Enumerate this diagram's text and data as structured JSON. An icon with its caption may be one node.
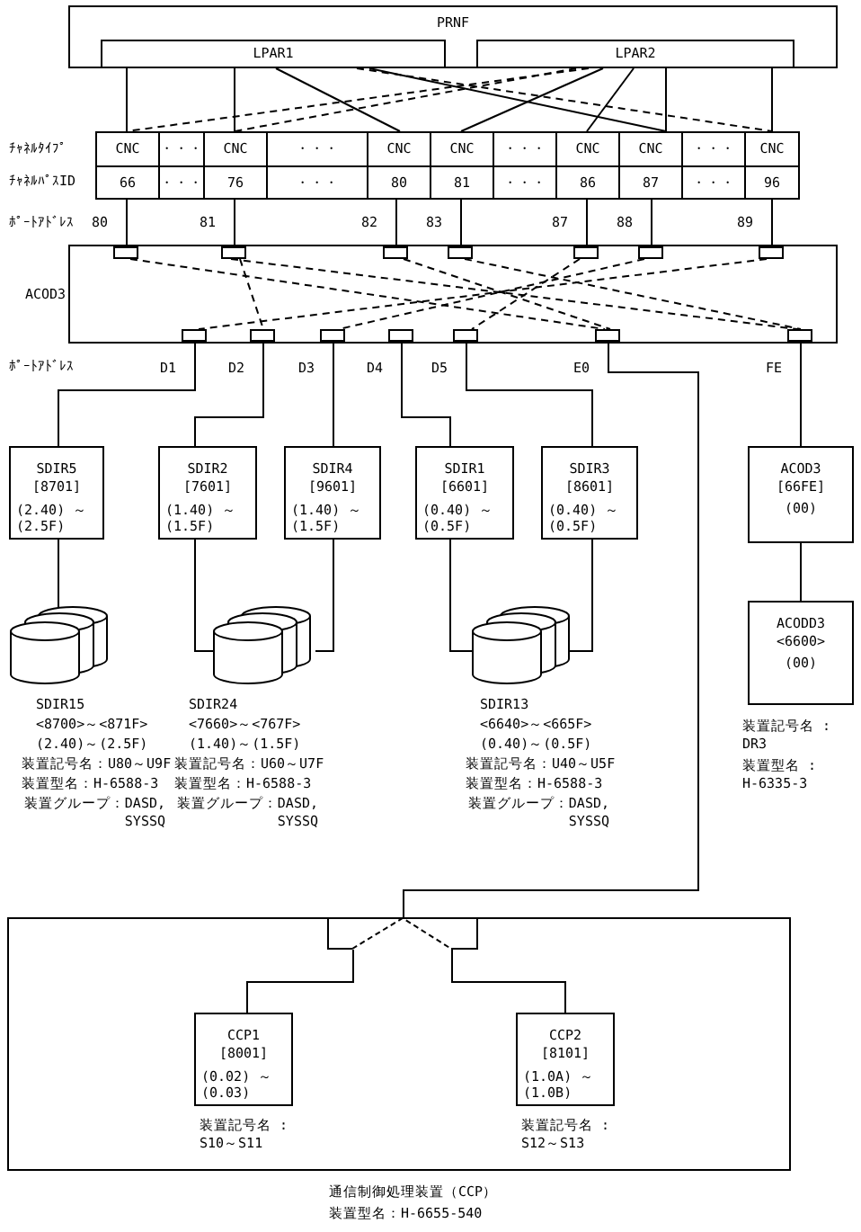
{
  "diagram": {
    "nodes": [
      {
        "text": [
          "PRNF"
        ]
      },
      {
        "text": [
          "LPAR1"
        ],
        "in": 0
      },
      {
        "text": [
          "LPAR2"
        ],
        "in": 0
      },
      {
        "text": [
          "CNC",
          "66"
        ]
      },
      {
        "text": [
          "・・・",
          "・・・"
        ]
      },
      {
        "text": [
          "CNC",
          "76"
        ]
      },
      {
        "text": [
          "・・・",
          "・・・"
        ]
      },
      {
        "text": [
          "CNC",
          "80"
        ]
      },
      {
        "text": [
          "CNC",
          "81"
        ]
      },
      {
        "text": [
          "・・・",
          "・・・"
        ]
      },
      {
        "text": [
          "CNC",
          "86"
        ]
      },
      {
        "text": [
          "CNC",
          "87"
        ]
      },
      {
        "text": [
          "・・・",
          "・・・"
        ]
      },
      {
        "text": [
          "CNC",
          "96"
        ]
      },
      {
        "text": [
          "ACOD3"
        ]
      },
      {
        "text": [],
        "shape": "box",
        "in": 14,
        "beside": [
          "80"
        ]
      },
      {
        "text": [],
        "shape": "box",
        "in": 14,
        "beside": [
          "81"
        ]
      },
      {
        "text": [],
        "shape": "box",
        "in": 14,
        "beside": [
          "82"
        ]
      },
      {
        "text": [],
        "shape": "box",
        "in": 14,
        "beside": [
          "83"
        ]
      },
      {
        "text": [],
        "shape": "box",
        "in": 14,
        "beside": [
          "87"
        ]
      },
      {
        "text": [],
        "shape": "box",
        "in": 14,
        "beside": [
          "88"
        ]
      },
      {
        "text": [],
        "shape": "box",
        "in": 14,
        "beside": [
          "89"
        ]
      },
      {
        "text": [],
        "shape": "box",
        "in": 14,
        "beside": [
          "D1"
        ]
      },
      {
        "text": [],
        "shape": "box",
        "in": 14,
        "beside": [
          "D2"
        ]
      },
      {
        "text": [],
        "shape": "box",
        "in": 14,
        "beside": [
          "D3"
        ]
      },
      {
        "text": [],
        "shape": "box",
        "in": 14,
        "beside": [
          "D4"
        ]
      },
      {
        "text": [],
        "shape": "box",
        "in": 14,
        "beside": [
          "D5"
        ]
      },
      {
        "text": [],
        "shape": "box",
        "in": 14,
        "beside": [
          "E0"
        ]
      },
      {
        "text": [],
        "shape": "box",
        "in": 14,
        "beside": [
          "FE"
        ]
      },
      {
        "text": [
          "SDIR5 [8701]",
          "(2.40) ～(2.5F)"
        ]
      },
      {
        "text": [
          "SDIR2 [7601]",
          "(1.40) ～(1.5F)"
        ]
      },
      {
        "text": [
          "SDIR4 [9601]",
          "(1.40) ～(1.5F)"
        ]
      },
      {
        "text": [
          "SDIR1 [6601]",
          "(0.40) ～(0.5F)"
        ]
      },
      {
        "text": [
          "SDIR3 [8601]",
          "(0.40) ～(0.5F)"
        ]
      },
      {
        "text": [
          "ACOD3 [66FE]",
          "(00)"
        ]
      },
      {
        "text": [],
        "shape": "cylinder",
        "beside": [
          "SDIR15",
          "<8700>～<871F>",
          "(2.40)～(2.5F)",
          "装置記号名：U80～U9F",
          "装置型名：H-6588-3",
          "装置グループ：DASD, SYSSQ"
        ]
      },
      {
        "text": [],
        "shape": "cylinder",
        "beside": [
          "SDIR24",
          "<7660>～<767F>",
          "(1.40)～(1.5F)",
          "装置記号名：U60～U7F",
          "装置型名：H-6588-3",
          "装置グループ：DASD, SYSSQ"
        ]
      },
      {
        "text": [],
        "shape": "cylinder",
        "beside": [
          "SDIR13",
          "<6640>～<665F>",
          "(0.40)～(0.5F)",
          "装置記号名：U40～U5F",
          "装置型名：H-6588-3",
          "装置グループ：DASD, SYSSQ"
        ]
      },
      {
        "text": [
          "ACODD3 <6600>",
          "(00)"
        ],
        "beside": [
          "装置記号名 : DR3",
          "装置型名 : H-6335-3"
        ]
      },
      {
        "text": [],
        "shape": "box",
        "beside": [
          "通信制御処理装置（CCP）",
          "装置型名：H-6655-540"
        ]
      },
      {
        "text": [],
        "shape": "box",
        "in": 39
      },
      {
        "text": [
          "CCP1 [8001]",
          "(0.02) ～(0.03)"
        ],
        "in": 39,
        "beside": [
          "装置記号名 : S10～S11"
        ]
      },
      {
        "text": [
          "CCP2 [8101]",
          "(1.0A) ～(1.0B)"
        ],
        "in": 39,
        "beside": [
          "装置記号名 : S12～S13"
        ]
      }
    ],
    "edges": [
      {
        "from": 1,
        "to": 3,
        "arrow": "none"
      },
      {
        "from": 1,
        "to": 5,
        "arrow": "none"
      },
      {
        "from": 1,
        "to": 7,
        "arrow": "none"
      },
      {
        "from": 1,
        "to": 11,
        "arrow": "none"
      },
      {
        "from": 1,
        "to": 13,
        "arrow": "none",
        "style": "dashed"
      },
      {
        "from": 2,
        "to": 3,
        "arrow": "none",
        "style": "dashed"
      },
      {
        "from": 2,
        "to": 5,
        "arrow": "none",
        "style": "dashed"
      },
      {
        "from": 2,
        "to": 8,
        "arrow": "none"
      },
      {
        "from": 2,
        "to": 10,
        "arrow": "none"
      },
      {
        "from": 2,
        "to": 11,
        "arrow": "none"
      },
      {
        "from": 2,
        "to": 13,
        "arrow": "none"
      },
      {
        "from": 3,
        "to": 15,
        "arrow": "none"
      },
      {
        "from": 5,
        "to": 16,
        "arrow": "none"
      },
      {
        "from": 7,
        "to": 17,
        "arrow": "none"
      },
      {
        "from": 8,
        "to": 18,
        "arrow": "none"
      },
      {
        "from": 10,
        "to": 19,
        "arrow": "none"
      },
      {
        "from": 11,
        "to": 20,
        "arrow": "none"
      },
      {
        "from": 13,
        "to": 21,
        "arrow": "none"
      },
      {
        "from": 15,
        "to": 27,
        "arrow": "none",
        "style": "dashed"
      },
      {
        "from": 16,
        "to": 23,
        "arrow": "none",
        "style": "dashed"
      },
      {
        "from": 16,
        "to": 28,
        "arrow": "none",
        "style": "dashed"
      },
      {
        "from": 17,
        "to": 27,
        "arrow": "none",
        "style": "dashed"
      },
      {
        "from": 18,
        "to": 28,
        "arrow": "none",
        "style": "dashed"
      },
      {
        "from": 19,
        "to": 26,
        "arrow": "none",
        "style": "dashed"
      },
      {
        "from": 20,
        "to": 24,
        "arrow": "none",
        "style": "dashed"
      },
      {
        "from": 21,
        "to": 22,
        "arrow": "none",
        "style": "dashed"
      },
      {
        "from": 22,
        "to": 29,
        "arrow": "none"
      },
      {
        "from": 23,
        "to": 30,
        "arrow": "none"
      },
      {
        "from": 24,
        "to": 31,
        "arrow": "none"
      },
      {
        "from": 25,
        "to": 32,
        "arrow": "none"
      },
      {
        "from": 26,
        "to": 33,
        "arrow": "none"
      },
      {
        "from": 27,
        "to": 40,
        "arrow": "none"
      },
      {
        "from": 28,
        "to": 34,
        "arrow": "none"
      },
      {
        "from": 29,
        "to": 35,
        "arrow": "none"
      },
      {
        "from": 30,
        "to": 36,
        "arrow": "none"
      },
      {
        "from": 31,
        "to": 36,
        "arrow": "none"
      },
      {
        "from": 32,
        "to": 37,
        "arrow": "none"
      },
      {
        "from": 33,
        "to": 37,
        "arrow": "none"
      },
      {
        "from": 34,
        "to": 38,
        "arrow": "none"
      },
      {
        "from": 40,
        "to": 41,
        "arrow": "none"
      },
      {
        "from": 40,
        "to": 42,
        "arrow": "none"
      }
    ],
    "labels": [
      "ﾁｬﾈﾙﾀｲﾌﾟ",
      "ﾁｬﾈﾙﾊﾟｽID",
      "ﾎﾟｰﾄｱﾄﾞﾚｽ",
      "ﾎﾟｰﾄｱﾄﾞﾚｽ"
    ]
  }
}
